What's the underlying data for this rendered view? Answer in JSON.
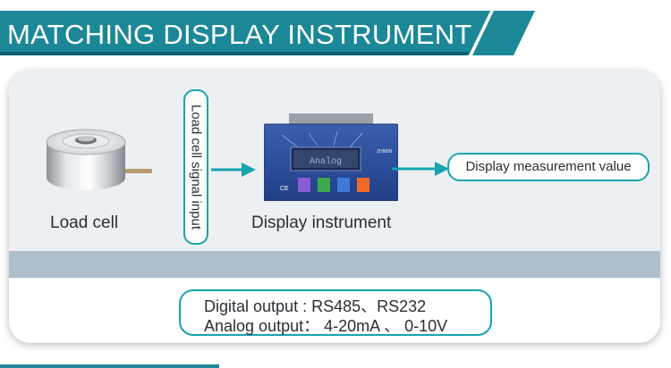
{
  "header": {
    "title": "MATCHING DISPLAY INSTRUMENT"
  },
  "flow": {
    "load_cell_label": "Load cell",
    "signal_label": "Load cell signal input",
    "display_label": "Display instrument",
    "measurement_label": "Display measurement value"
  },
  "instrument": {
    "screen_text": "Analog"
  },
  "outputs": {
    "digital": "Digital output :  RS485、RS232",
    "analog": "Analog output： 4-20mA 、 0-10V"
  },
  "colors": {
    "banner": "#1b8797",
    "banner_dark": "#0f5f6c",
    "accent": "#17a3b0",
    "band": "#aebfcc",
    "panel": "#edf0f3"
  }
}
